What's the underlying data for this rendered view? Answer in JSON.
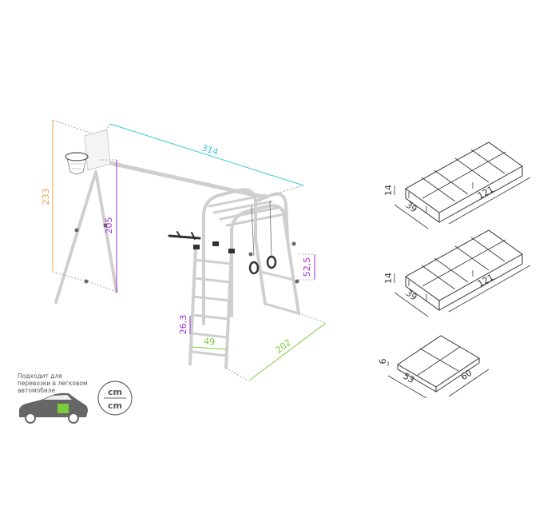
{
  "colors": {
    "frame": "#c8c8c8",
    "outline": "#444444",
    "orange": "#f0a04b",
    "purple": "#9b30d9",
    "cyan": "#3cc8d8",
    "green": "#7acc3a",
    "guide": "#999999"
  },
  "dimensions": {
    "width_total": "314",
    "height_total": "233",
    "height_bar": "205",
    "rings_height": "52,5",
    "ladder_step": "26,3",
    "ladder_width": "49",
    "depth": "202"
  },
  "packages": [
    {
      "height": "14",
      "depth": "39",
      "length": "121"
    },
    {
      "height": "14",
      "depth": "39",
      "length": "121"
    },
    {
      "height": "6",
      "depth": "53",
      "length": "60"
    }
  ],
  "car_note": "Подходит для перевозки в легковом автомобиле",
  "units": {
    "top": "cm",
    "bottom": "cm"
  },
  "icons": {
    "car": "car-icon",
    "units": "units-icon"
  }
}
